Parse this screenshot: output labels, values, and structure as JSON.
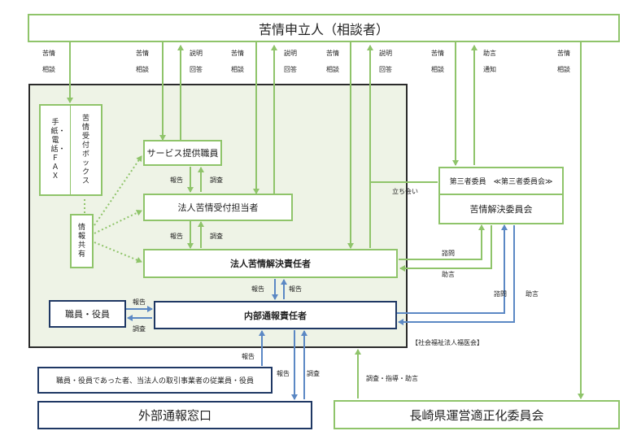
{
  "title": "苦情申立人（相談者）",
  "inner_region_caption": "【社会福祉法人福医会】",
  "boxes": {
    "letter_fax": "手紙・電話・ＦＡＸ",
    "complaint_box": "苦情受付ボックス",
    "info_share": "情報共有",
    "service_staff": "サービス提供職員",
    "complaint_receiver": "法人苦情受付担当者",
    "resolution_chief": "法人苦情解決責任者",
    "staff_officers": "職員・役員",
    "internal_chief": "内部通報責任者",
    "third_party_line1": "第三者委員　≪第三者委員会≫",
    "resolution_committee": "苦情解決委員会",
    "former_staff": "職員・役員であった者、当法人の取引事業者の従業員・役員",
    "external_window": "外部通報窓口",
    "nagasaki": "長崎県運営適正化委員会"
  },
  "top_labels": [
    {
      "l1": "苦情",
      "l2": "相談"
    },
    {
      "l1": "苦情",
      "l2": "相談"
    },
    {
      "l1": "説明",
      "l2": "回答"
    },
    {
      "l1": "苦情",
      "l2": "相談"
    },
    {
      "l1": "説明",
      "l2": "回答"
    },
    {
      "l1": "苦情",
      "l2": "相談"
    },
    {
      "l1": "説明",
      "l2": "回答"
    },
    {
      "l1": "苦情",
      "l2": "相談"
    },
    {
      "l1": "助言",
      "l2": "通知"
    },
    {
      "l1": "苦情",
      "l2": "相談"
    }
  ],
  "arrow_labels": {
    "report": "報告",
    "investigate": "調査",
    "attend": "立ち会い",
    "inquiry": "諮問",
    "advice": "助言",
    "investigate_guide_advise": "調査・指導・助言"
  }
}
